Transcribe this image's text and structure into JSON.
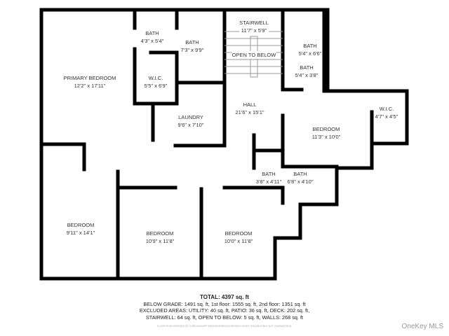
{
  "rooms": [
    {
      "name": "PRIMARY BEDROOM",
      "size": "12'2\" x 17'11\""
    },
    {
      "name": "BATH",
      "size": "4'3\" x 5'4\""
    },
    {
      "name": "BATH",
      "size": "7'3\" x 9'9\""
    },
    {
      "name": "W.I.C.",
      "size": "5'5\" x 6'9\""
    },
    {
      "name": "LAUNDRY",
      "size": "9'6\" x 7'10\""
    },
    {
      "name": "STAIRWELL",
      "size": "11'7\" x 5'9\""
    },
    {
      "name": "OPEN TO BELOW",
      "size": ""
    },
    {
      "name": "BATH",
      "size": "5'4\" x 6'6\""
    },
    {
      "name": "BATH",
      "size": "5'4\" x 3'8\""
    },
    {
      "name": "HALL",
      "size": "21'6\" x 15'1\""
    },
    {
      "name": "W.I.C.",
      "size": "4'7\" x 4'5\""
    },
    {
      "name": "BEDROOM",
      "size": "11'3\" x 10'0\""
    },
    {
      "name": "BATH",
      "size": "3'8\" x 4'11\""
    },
    {
      "name": "BATH",
      "size": "6'8\" x 4'10\""
    },
    {
      "name": "BEDROOM",
      "size": "9'11\" x 14'1\""
    },
    {
      "name": "BEDROOM",
      "size": "10'9\" x 11'8\""
    },
    {
      "name": "BEDROOM",
      "size": "10'0\" x 11'8\""
    }
  ],
  "summary": {
    "total": "TOTAL: 4397 sq. ft",
    "line1": "BELOW GRADE: 1491 sq. ft, 1st floor: 1555 sq. ft, 2nd floor: 1351 sq. ft",
    "line2": "EXCLUDED AREAS: UTILITY: 40 sq. ft, PATIO: 36 sq. ft, DECK: 202 sq. ft,",
    "line3": "STAIRWELL: 64 sq. ft, OPEN TO BELOW: 5 sq. ft, WALLS: 268 sq. ft",
    "fine_print": "FLOOR PLAN CREATED BY CUBICASA APP. MEASUREMENTS DEEMED HIGHLY RELIABLE BUT NOT GUARANTEED."
  },
  "watermark": "OneKey MLS",
  "colors": {
    "wall": "#000000",
    "text": "#333333"
  }
}
